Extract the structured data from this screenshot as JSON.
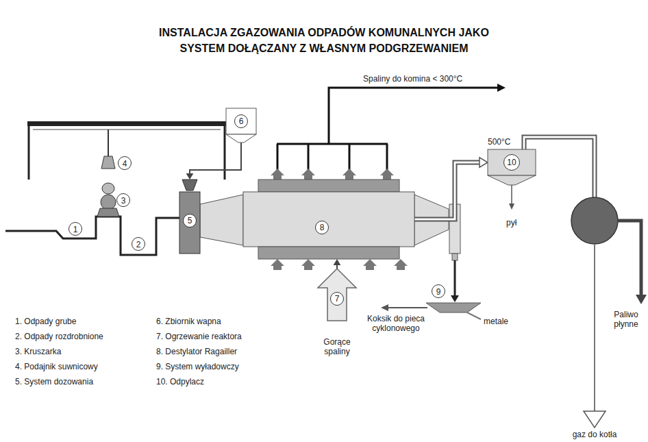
{
  "diagram": {
    "title": "INSTALACJA ZGAZOWANIA ODPADÓW KOMUNALNYCH JAKO SYSTEM DOŁĄCZANY Z WŁASNYM PODGRZEWANIEM",
    "nodes": [
      {
        "text": [
          "5"
        ]
      },
      {
        "text": [
          "6"
        ]
      },
      {
        "text": [
          "8"
        ]
      },
      {
        "text": [
          "7",
          "Gorące spaliny"
        ]
      },
      {
        "text": [
          "10"
        ]
      }
    ],
    "edges": [
      {
        "from": 1,
        "to": 0,
        "arrow": "to"
      },
      {
        "from": 0,
        "to": 2,
        "arrow": "none"
      },
      {
        "from": 2,
        "to": 4,
        "arrow": "to"
      },
      {
        "from": 3,
        "to": 2,
        "arrow": "to"
      }
    ],
    "labels": [
      "1",
      "2",
      "3",
      "4",
      "9",
      "Spaliny do komina < 300°C",
      "500°C",
      "pył",
      "Koksik do pieca cyklonowego",
      "metale",
      "Paliwo płynne",
      "gaz do kotła",
      "1. Odpady grube",
      "2. Odpady rozdrobnione",
      "3. Kruszarka",
      "4. Podajnik suwnicowy",
      "5. System dozowania",
      "6. Zbiornik wapna",
      "7. Ogrzewanie reaktora",
      "8. Destylator Ragailler",
      "9. System wyładowczy",
      "10. Odpylacz"
    ]
  }
}
